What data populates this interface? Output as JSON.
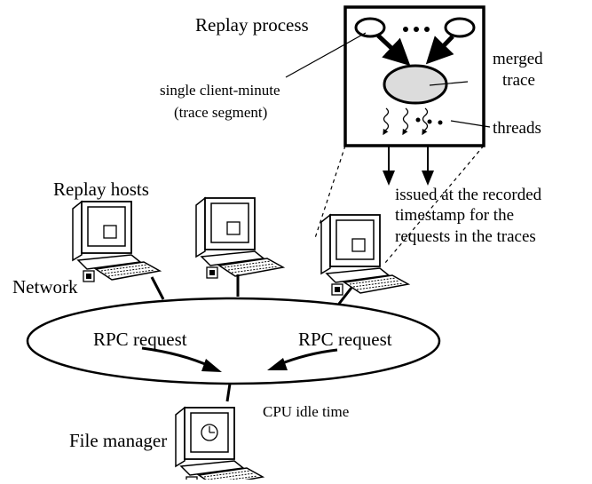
{
  "diagram": {
    "replay_process": {
      "title": "Replay process",
      "merged_label_line1": "merged",
      "merged_label_line2": "trace",
      "segment_label_line1": "single client-minute",
      "segment_label_line2": "(trace segment)",
      "threads_label": "threads"
    },
    "issued_note": {
      "line1": "issued at the recorded",
      "line2": "timestamp for the",
      "line3": "requests in the traces"
    },
    "hosts": {
      "title": "Replay hosts",
      "count": 3
    },
    "network": {
      "title": "Network",
      "rpc_left": "RPC request",
      "rpc_right": "RPC request"
    },
    "server": {
      "cpu_label": "CPU idle time",
      "title": "File manager"
    },
    "colors": {
      "stroke": "#000000",
      "merged_fill": "#dcdcdc",
      "background": "#ffffff"
    }
  }
}
